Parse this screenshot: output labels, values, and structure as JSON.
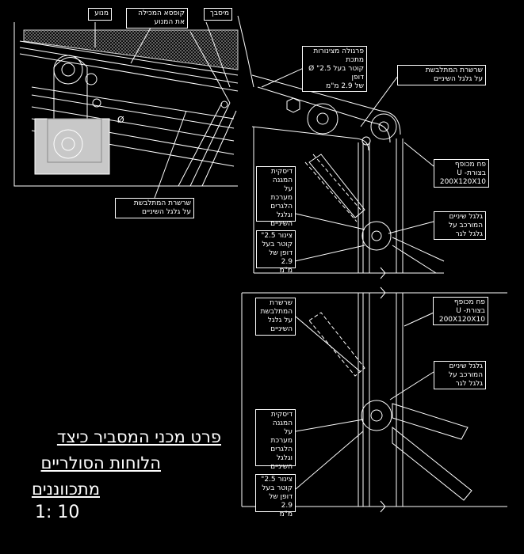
{
  "labels": {
    "motor": "מנוע",
    "gearbox_box": "קופסא המכילה\nאת המנוע",
    "reducer": "מיסבך",
    "pergola": "פרגולה מצינורות\nמתכת\nקוטר בעל 2.5\" Ø\nדופן\nשל 2.9 מ\"מ",
    "chain_top": "שרשרת המתלבשת\nעל גלגל השיניים",
    "chain_detail": "שרשרת המתלבשת\nעל גלגל השיניים",
    "u_profile_1": "פח מכופף\nבצורת- U\n200X120X10",
    "disk_1": "דיסקית\nהמגנה\nעל\nמערכת\nהלגרים\nוגלגל\nהשיניים",
    "gear_1": "גלגל שיניים\nהמורכב על\nגלגל לגר",
    "pipe_1": "צינור 2.5\"\nקוטר בעל\nדופן של 2.9\nמ\"מ",
    "chain_2": "שרשרת\nהמתלבשת\nעל גלגל\nהשיניים",
    "u_profile_2": "פח מכופף\nבצורת- U\n200X120X10",
    "gear_2": "גלגל שיניים\nהמורכב על\nגלגל לגר",
    "disk_2": "דיסקית\nהמגנה\nעל\nמערכת\nהלגרים\nוגלגל\nהשיניים",
    "pipe_2": "צינור 2.5\"\nקוטר בעל\nדופן של 2.9\nמ\"מ"
  },
  "title": {
    "line1": "פרט מכני המסביר כיצד",
    "line2": "הלוחות הסולריים",
    "line3": "מתכווננים"
  },
  "scale": "1: 10"
}
